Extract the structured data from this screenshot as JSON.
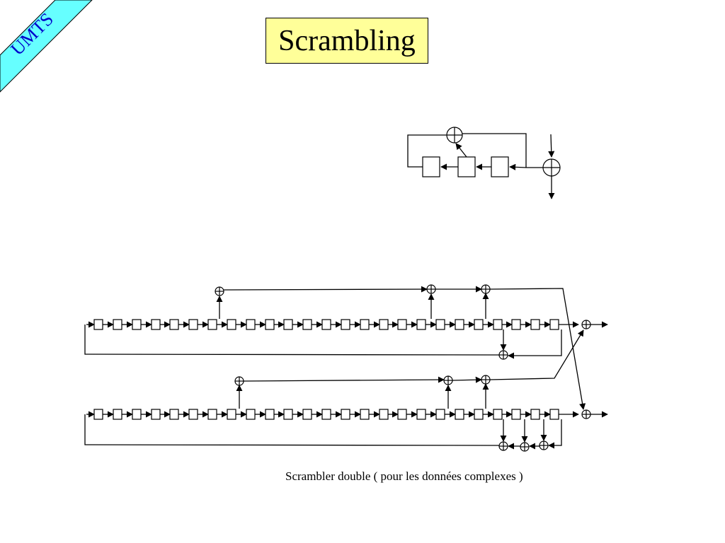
{
  "banner": {
    "label": "UMTS",
    "color": "#66ffff"
  },
  "title": {
    "text": "Scrambling",
    "background": "#ffff99"
  },
  "caption": {
    "text": "Scrambler double ( pour les données complexes )"
  },
  "colors": {
    "line": "#000000"
  },
  "diagram": {
    "small_scrambler": {
      "register_cells": 3,
      "xor_gates": 2
    },
    "double_scrambler": {
      "registers": 2,
      "cells_per_register": 25
    }
  }
}
